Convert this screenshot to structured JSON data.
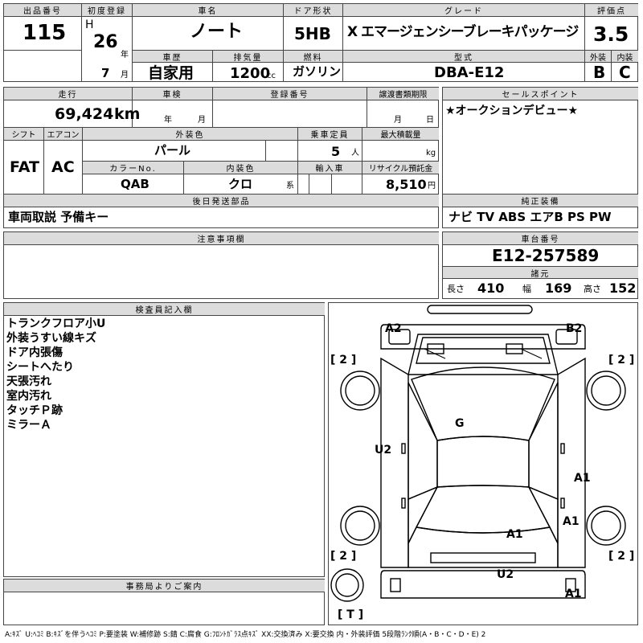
{
  "top": {
    "lot_label": "出品番号",
    "lot": "115",
    "first_reg_label": "初度登録",
    "era": "H",
    "year": "26",
    "year_unit": "年",
    "month": "7",
    "month_unit": "月",
    "car_name_label": "車名",
    "car_name": "ノート",
    "door_label": "ドア形状",
    "door": "5HB",
    "grade_label": "グレード",
    "grade": "X エマージェンシーブレーキパッケージ",
    "score_label": "評価点",
    "score": "3.5",
    "history_label": "車歴",
    "history": "自家用",
    "displacement_label": "排気量",
    "displacement": "1200",
    "displacement_unit": "cc",
    "fuel_label": "燃料",
    "fuel": "ガソリン",
    "model_label": "型式",
    "model": "DBA-E12",
    "exterior_label": "外装",
    "exterior": "B",
    "interior_label": "内装",
    "interior": "C"
  },
  "mid": {
    "mileage_label": "走行",
    "mileage": "69,424",
    "mileage_unit": "km",
    "inspection_label": "車検",
    "insp_year_unit": "年",
    "insp_month_unit": "月",
    "reg_no_label": "登録番号",
    "transfer_label": "譲渡書類期限",
    "transfer_month_unit": "月",
    "transfer_day_unit": "日",
    "sales_label": "セールスポイント",
    "sales_point": "★オークションデビュー★",
    "shift_label": "シフト",
    "shift": "FAT",
    "ac_label": "エアコン",
    "ac": "AC",
    "ext_color_label": "外装色",
    "ext_color": "パール",
    "capacity_label": "乗車定員",
    "capacity": "5",
    "capacity_unit": "人",
    "max_load_label": "最大積載量",
    "max_load_unit": "kg",
    "color_no_label": "カラーNo.",
    "color_no": "QAB",
    "int_color_label": "内装色",
    "int_color": "クロ",
    "int_color_unit": "系",
    "import_label": "輸入車",
    "recycle_label": "リサイクル預託金",
    "recycle": "8,510",
    "recycle_unit": "円",
    "later_label": "後日発送部品",
    "later_parts": "車両取説 予備キー",
    "equip_label": "純正装備",
    "equipment": "ナビ TV ABS エアB PS PW",
    "caution_label": "注意事項欄",
    "chassis_label": "車台番号",
    "chassis": "E12-257589",
    "spec_label": "諸元",
    "length_label": "長さ",
    "length": "410",
    "width_label": "幅",
    "width": "169",
    "height_label": "高さ",
    "height": "152"
  },
  "inspector": {
    "label": "検査員記入欄",
    "notes": [
      "トランクフロア小U",
      "外装うすい線キズ",
      "ドア内張傷",
      "シートへたり",
      "天張汚れ",
      "室内汚れ",
      "タッチＰ跡",
      "ミラーＡ"
    ]
  },
  "office": {
    "label": "事務局よりご案内"
  },
  "diagram": {
    "marks": {
      "a2": "A2",
      "b2": "B2",
      "g": "G",
      "u2_side": "U2",
      "a1_right_1": "A1",
      "a1_right_2": "A1",
      "a1_center": "A1",
      "u2_rear": "U2",
      "a1_rear": "A1"
    },
    "tyre_tl": "[ 2 ]",
    "tyre_tr": "[ 2 ]",
    "tyre_bl": "[ 2 ]",
    "tyre_br": "[ 2 ]",
    "spare": "[ T ]"
  },
  "legend": "A:ｷｽﾞ U:ﾍｺﾐ B:ｷｽﾞを伴うﾍｺﾐ P:要塗装 W:補修跡 S:錆 C:腐食 G:ﾌﾛﾝﾄｶﾞﾗｽ点ｷｽﾞ XX:交換済み X:要交換 内・外装評価 5段階ﾗﾝｸ順(A・B・C・D・E) 2"
}
